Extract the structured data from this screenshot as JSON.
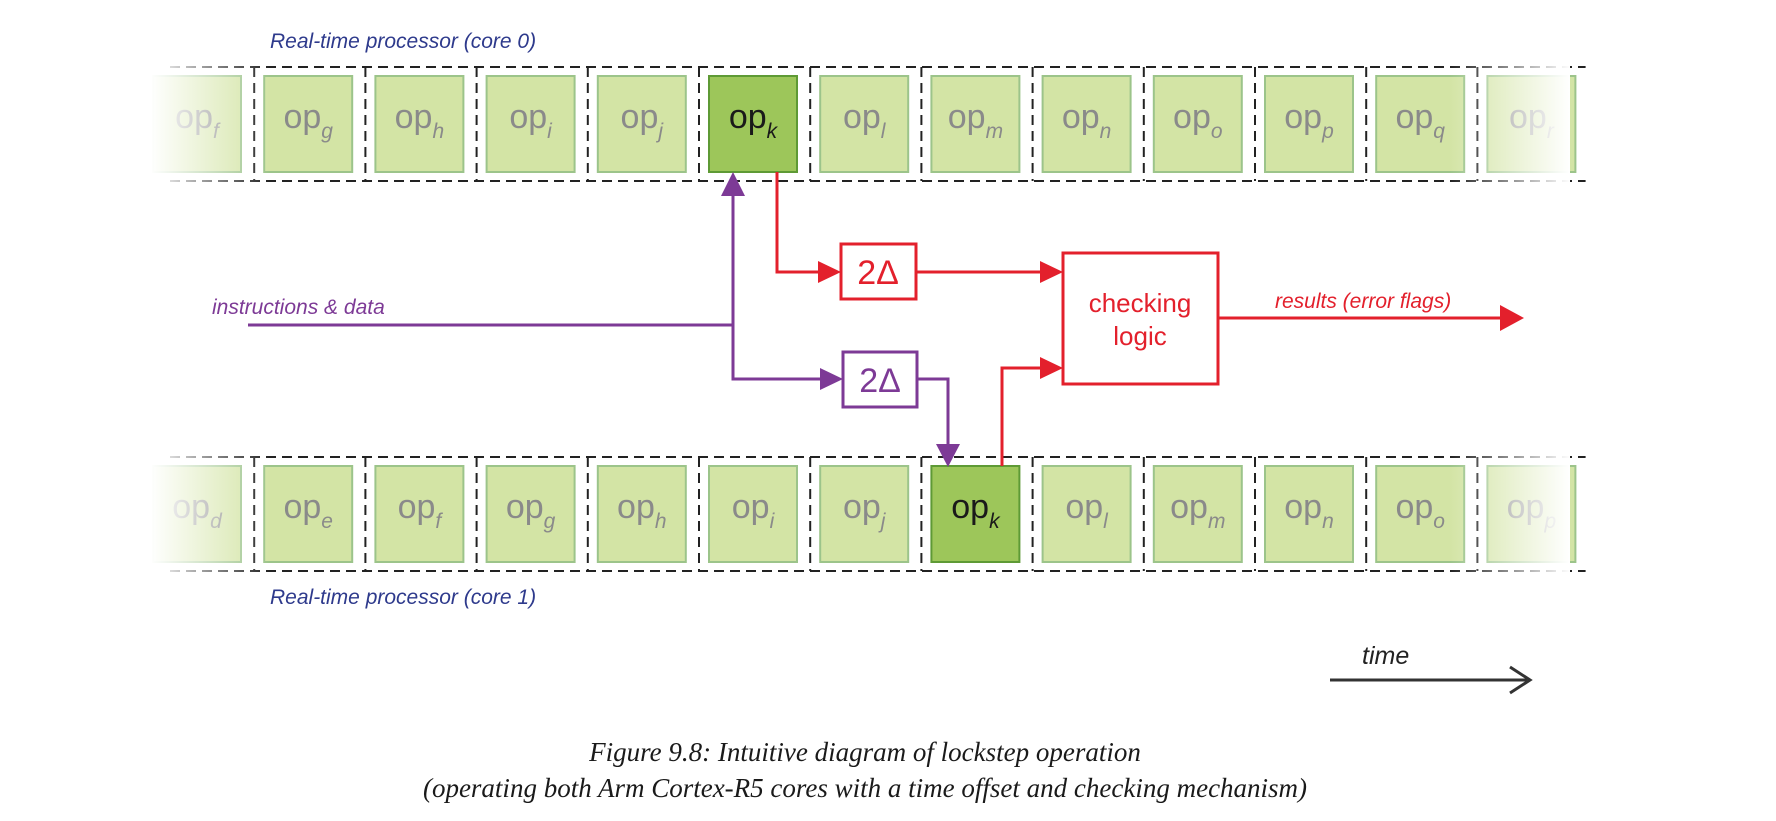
{
  "diagram": {
    "core0": {
      "label": "Real-time processor (core 0)",
      "ops": [
        "f",
        "g",
        "h",
        "i",
        "j",
        "k",
        "l",
        "m",
        "n",
        "o",
        "p",
        "q",
        "r"
      ],
      "active": "k"
    },
    "core1": {
      "label": "Real-time processor (core 1)",
      "ops": [
        "d",
        "e",
        "f",
        "g",
        "h",
        "i",
        "j",
        "k",
        "l",
        "m",
        "n",
        "o",
        "p"
      ],
      "active": "k"
    },
    "op_prefix": "op",
    "input_label": "instructions & data",
    "delay_top": "2Δ",
    "delay_bottom": "2Δ",
    "checker_line1": "checking",
    "checker_line2": "logic",
    "output_label": "results (error flags)",
    "time_label": "time"
  },
  "caption": {
    "line1": "Figure 9.8:  Intuitive diagram of lockstep operation",
    "line2": "(operating both Arm Cortex-R5 cores with a time offset and checking mechanism)"
  },
  "colors": {
    "core_label": "#2e3a8c",
    "op_fill": "#d3e4a5",
    "op_border": "#9cc48a",
    "op_text": "#8a8a8a",
    "op_active_fill": "#9dc65a",
    "op_active_border": "#5e9a35",
    "op_active_text": "#1a1a1a",
    "purple": "#7d3a96",
    "red": "#e3202c",
    "arrow_dark": "#333333"
  }
}
